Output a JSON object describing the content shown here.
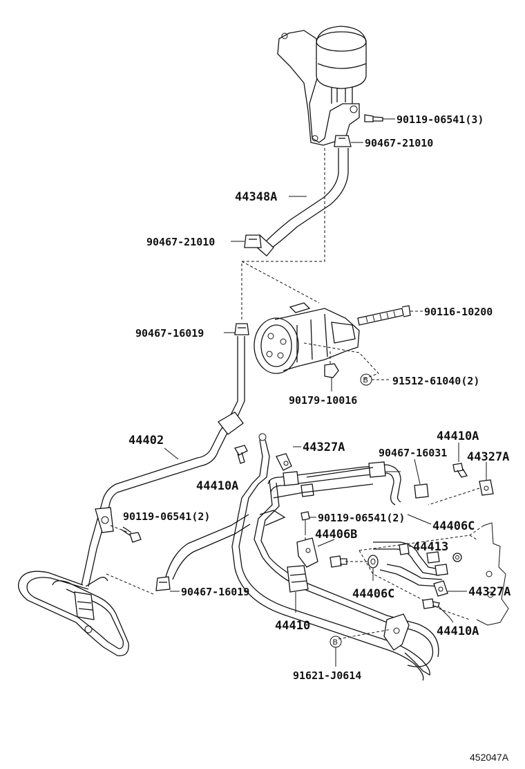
{
  "labels": {
    "p90119_06541_3": "90119-06541(3)",
    "p90467_21010_top": "90467-21010",
    "p44348A": "44348A",
    "p90467_21010_left": "90467-21010",
    "p90467_16019_top": "90467-16019",
    "p90116_10200": "90116-10200",
    "p91512_61040": "91512-61040(2)",
    "p90179_10016": "90179-10016",
    "p44402": "44402",
    "p44327A_a": "44327A",
    "p44410A_top": "44410A",
    "p44327A_b": "44327A",
    "p90467_16031": "90467-16031",
    "p44410A_mid": "44410A",
    "p90119_06541_2a": "90119-06541(2)",
    "p90119_06541_2b": "90119-06541(2)",
    "p44406C_a": "44406C",
    "p44406B": "44406B",
    "p44413": "44413",
    "p90467_16019_bot": "90467-16019",
    "p44406C_b": "44406C",
    "p44327A_c": "44327A",
    "p44410": "44410",
    "p44410A_bot": "44410A",
    "p91621_J0614": "91621-J0614",
    "ref_code": "452047A",
    "circle_B": "B"
  }
}
